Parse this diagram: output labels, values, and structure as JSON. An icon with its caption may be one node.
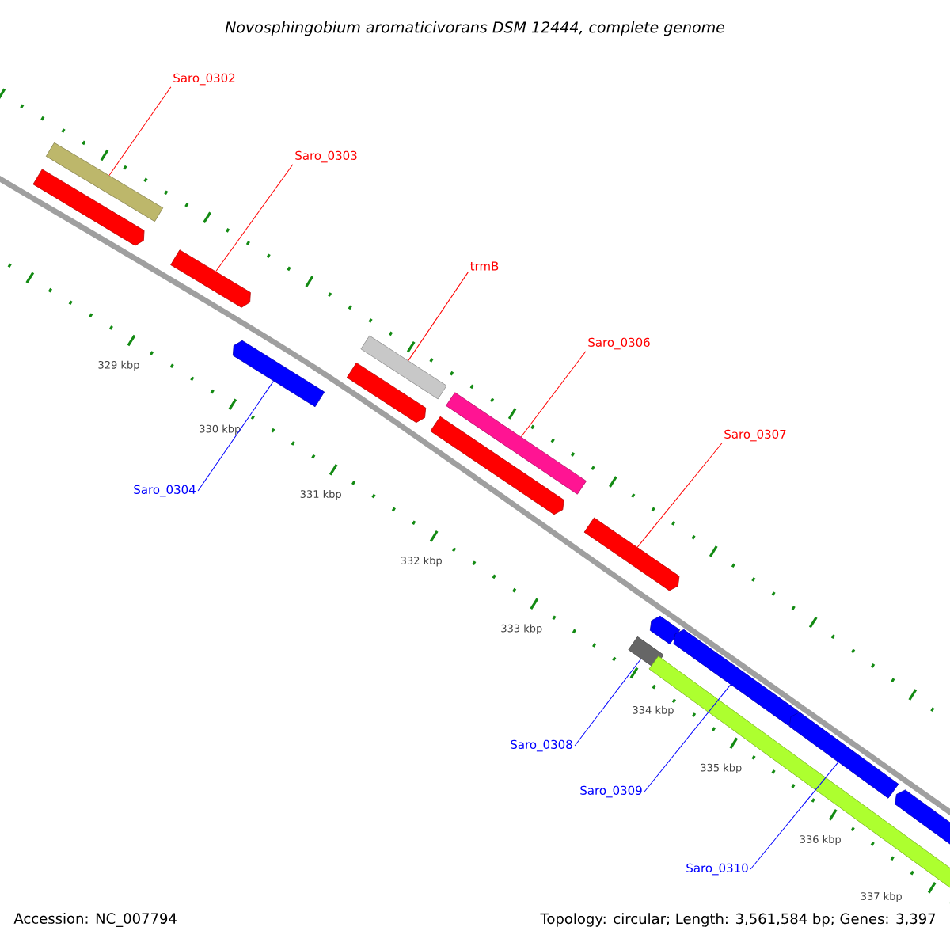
{
  "diagram": {
    "title": "Novosphingobium aromaticivorans DSM 12444, complete genome",
    "nodes": [
      {
        "text": [
          "Saro_0302"
        ]
      },
      {
        "text": [
          "Saro_0303"
        ]
      },
      {
        "text": [
          "trmB"
        ]
      },
      {
        "text": [
          "Saro_0306"
        ]
      },
      {
        "text": [
          "Saro_0307"
        ]
      },
      {
        "text": [
          "Saro_0304"
        ]
      },
      {
        "text": [
          "Saro_0308"
        ]
      },
      {
        "text": [
          "Saro_0309"
        ]
      },
      {
        "text": [
          "Saro_0310"
        ]
      },
      {
        "text": [],
        "shape": "bar"
      },
      {
        "text": [],
        "shape": "bar"
      },
      {
        "text": [],
        "shape": "bar"
      },
      {
        "text": [],
        "shape": "bar"
      },
      {
        "text": [],
        "shape": "bar"
      },
      {
        "text": [],
        "shape": "bar"
      },
      {
        "text": [],
        "shape": "bar"
      },
      {
        "text": [],
        "shape": "bar"
      },
      {
        "text": [],
        "shape": "bar"
      },
      {
        "text": [],
        "shape": "bar"
      },
      {
        "text": [],
        "shape": "bar"
      },
      {
        "text": [],
        "shape": "bar"
      },
      {
        "text": [],
        "shape": "bar"
      },
      {
        "text": [],
        "shape": "bar"
      },
      {
        "text": [],
        "shape": "bar"
      }
    ],
    "edges": [
      {
        "from": 0,
        "to": 10,
        "arrow": "none"
      },
      {
        "from": 1,
        "to": 11,
        "arrow": "none"
      },
      {
        "from": 2,
        "to": 14,
        "arrow": "none"
      },
      {
        "from": 3,
        "to": 16,
        "arrow": "none"
      },
      {
        "from": 4,
        "to": 17,
        "arrow": "none"
      },
      {
        "from": 5,
        "to": 12,
        "arrow": "none",
        "color": "#0000ff"
      },
      {
        "from": 6,
        "to": 18,
        "arrow": "none",
        "color": "#0000ff"
      },
      {
        "from": 7,
        "to": 20,
        "arrow": "none",
        "color": "#0000ff"
      },
      {
        "from": 8,
        "to": 22,
        "arrow": "none",
        "color": "#0000ff"
      }
    ],
    "labels": [
      "329 kbp",
      "330 kbp",
      "331 kbp",
      "332 kbp",
      "333 kbp",
      "334 kbp",
      "335 kbp",
      "336 kbp",
      "337 kbp",
      "Accession: NC_007794",
      "Topology: circular; Length: 3,561,584 bp; Genes: 3,397"
    ]
  }
}
